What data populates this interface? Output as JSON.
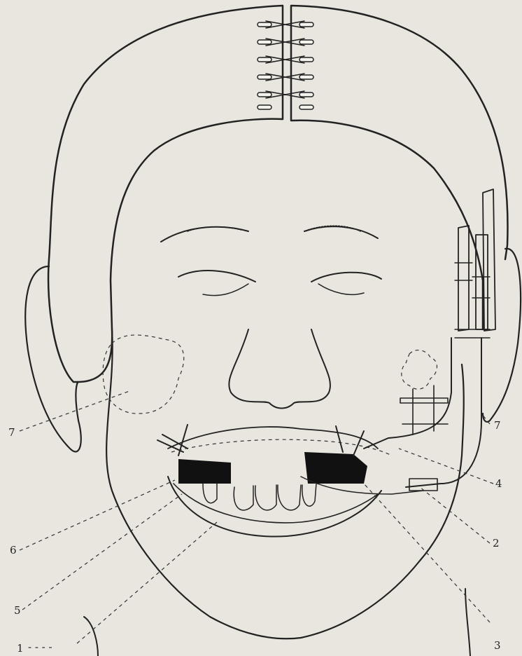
{
  "labels": {
    "one": "1",
    "two": "2",
    "three": "3",
    "four": "4",
    "five": "5",
    "six": "6",
    "seven_left": "7",
    "seven_right": "7",
    "one_leader": "- - - -"
  },
  "colors": {
    "paper": "#e9e6df",
    "ink": "#222222",
    "fill_dark": "#111111"
  },
  "icons": {
    "head": "head-outline-icon",
    "cap": "head-cap-icon",
    "suture": "scalp-suture-icon",
    "mouth": "mouth-splint-icon",
    "rods": "side-rod-frame-icon"
  }
}
